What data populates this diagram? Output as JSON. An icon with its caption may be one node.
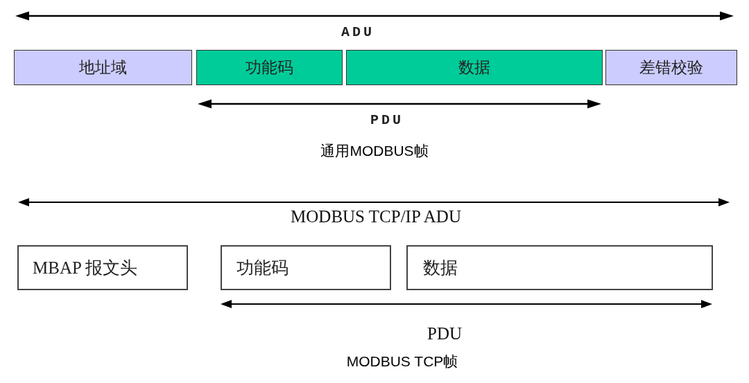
{
  "diagram": {
    "nodes": [
      {
        "text": [
          "地址域"
        ]
      },
      {
        "text": [
          "功能码"
        ]
      },
      {
        "text": [
          "数据"
        ]
      },
      {
        "text": [
          "差错校验"
        ]
      },
      {
        "text": [
          "MBAP 报文头"
        ]
      },
      {
        "text": [
          "功能码"
        ]
      },
      {
        "text": [
          "数据"
        ]
      }
    ],
    "labels": [
      "ADU",
      "PDU",
      "通用MODBUS帧",
      "MODBUS TCP/IP ADU",
      "PDU",
      "MODBUS TCP帧"
    ]
  }
}
